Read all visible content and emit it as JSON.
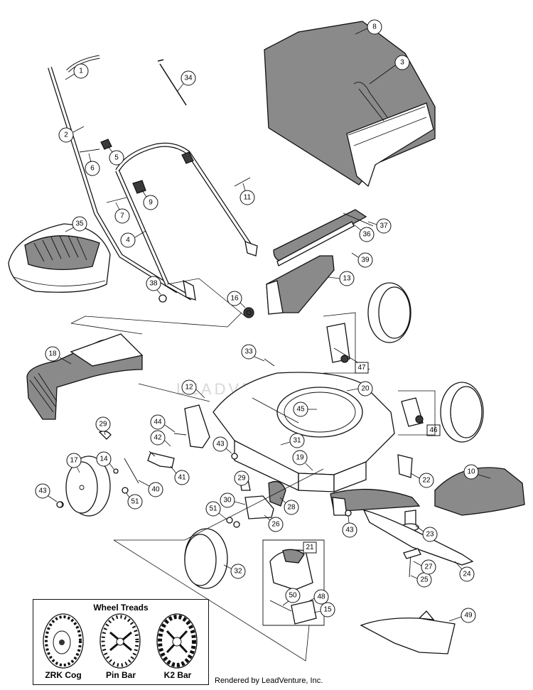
{
  "watermark_text": "LEADVENTURE",
  "callouts": [
    "1",
    "2",
    "3",
    "4",
    "5",
    "6",
    "7",
    "8",
    "9",
    "10",
    "11",
    "12",
    "13",
    "14",
    "15",
    "16",
    "17",
    "18",
    "19",
    "20",
    "21",
    "22",
    "23",
    "24",
    "25",
    "26",
    "27",
    "28",
    "29",
    "30",
    "31",
    "32",
    "33",
    "34",
    "35",
    "36",
    "37",
    "38",
    "39",
    "40",
    "41",
    "42",
    "43",
    "44",
    "45",
    "46",
    "47",
    "48",
    "49",
    "50",
    "51"
  ],
  "box_callouts": [
    "21",
    "46",
    "47"
  ],
  "wheel_treads": {
    "title": "Wheel Treads",
    "items": [
      "ZRK Cog",
      "Pin Bar",
      "K2 Bar"
    ]
  },
  "footer": "Rendered by LeadVenture, Inc."
}
